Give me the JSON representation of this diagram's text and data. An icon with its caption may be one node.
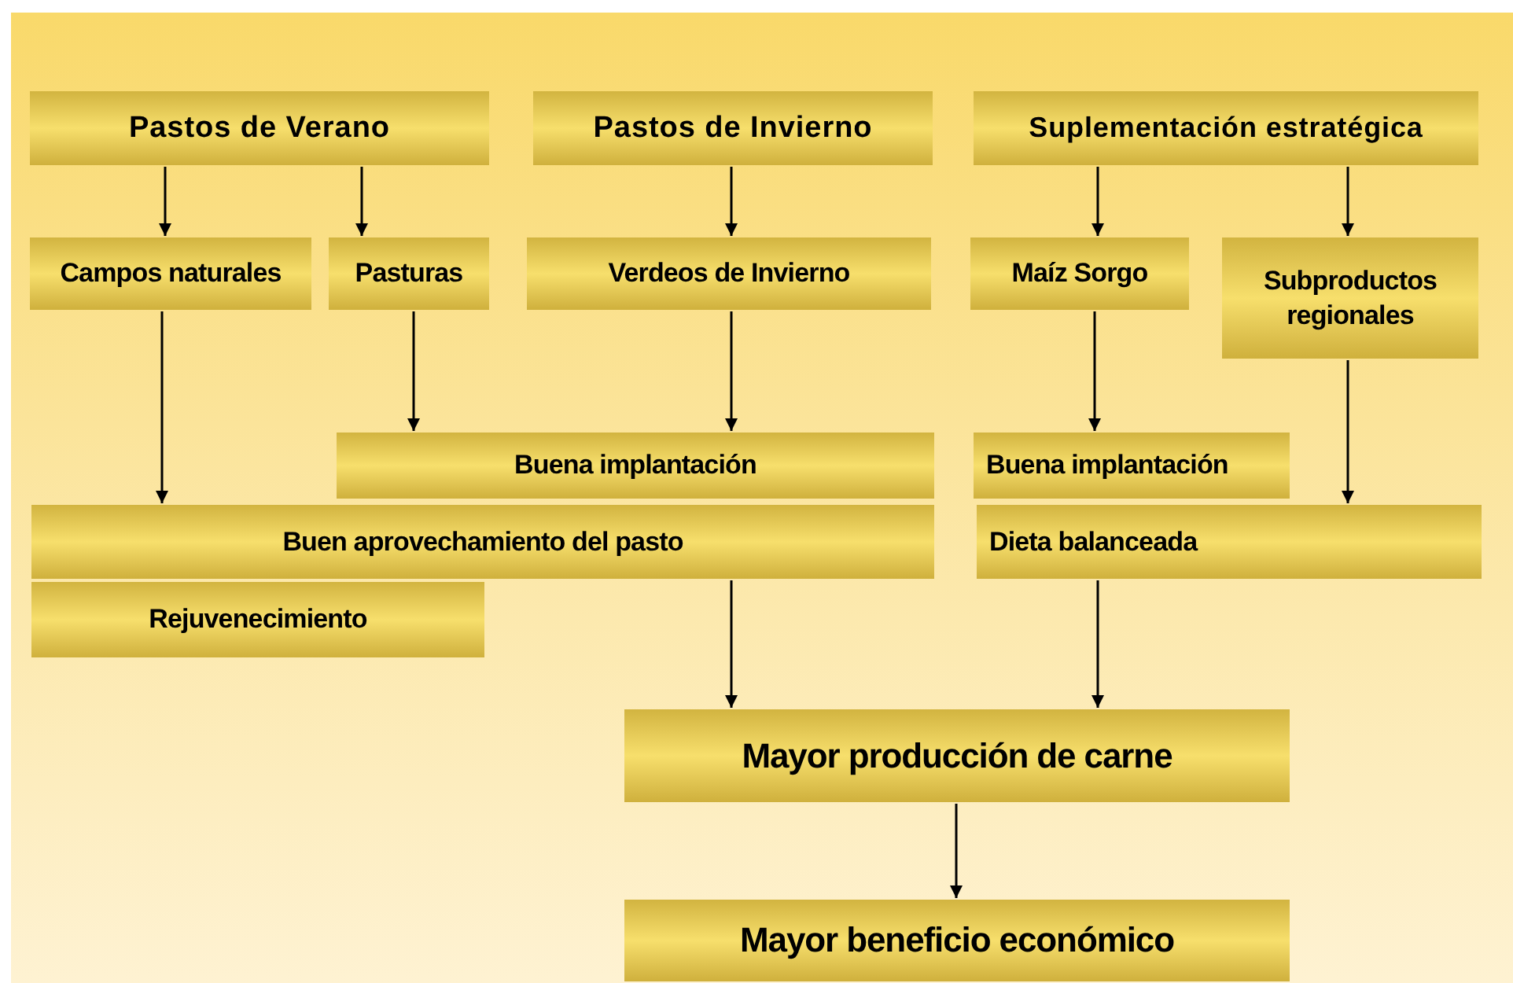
{
  "diagram": {
    "nodes": [
      {
        "text": [
          "Pastos de Verano"
        ]
      },
      {
        "text": [
          "Pastos de Invierno"
        ]
      },
      {
        "text": [
          "Suplementación estratégica"
        ]
      },
      {
        "text": [
          "Campos naturales"
        ]
      },
      {
        "text": [
          "Pasturas"
        ]
      },
      {
        "text": [
          "Verdeos de Invierno"
        ]
      },
      {
        "text": [
          "Maíz Sorgo"
        ]
      },
      {
        "text": [
          "Subproductos regionales"
        ]
      },
      {
        "text": [
          "Buena implantación"
        ]
      },
      {
        "text": [
          "Buena implantación"
        ]
      },
      {
        "text": [
          "Buen aprovechamiento del pasto"
        ]
      },
      {
        "text": [
          "Rejuvenecimiento"
        ]
      },
      {
        "text": [
          "Dieta balanceada"
        ]
      },
      {
        "text": [
          "Mayor producción de carne"
        ]
      },
      {
        "text": [
          "Mayor beneficio económico"
        ]
      }
    ],
    "edges": [
      {
        "from": 0,
        "to": 3,
        "arrow": "to"
      },
      {
        "from": 0,
        "to": 4,
        "arrow": "to"
      },
      {
        "from": 1,
        "to": 5,
        "arrow": "to"
      },
      {
        "from": 2,
        "to": 6,
        "arrow": "to"
      },
      {
        "from": 2,
        "to": 7,
        "arrow": "to"
      },
      {
        "from": 3,
        "to": 10,
        "arrow": "to"
      },
      {
        "from": 4,
        "to": 8,
        "arrow": "to"
      },
      {
        "from": 5,
        "to": 8,
        "arrow": "to"
      },
      {
        "from": 6,
        "to": 9,
        "arrow": "to"
      },
      {
        "from": 7,
        "to": 12,
        "arrow": "to"
      },
      {
        "from": 10,
        "to": 13,
        "arrow": "to"
      },
      {
        "from": 12,
        "to": 13,
        "arrow": "to"
      },
      {
        "from": 13,
        "to": 14,
        "arrow": "to"
      }
    ]
  }
}
